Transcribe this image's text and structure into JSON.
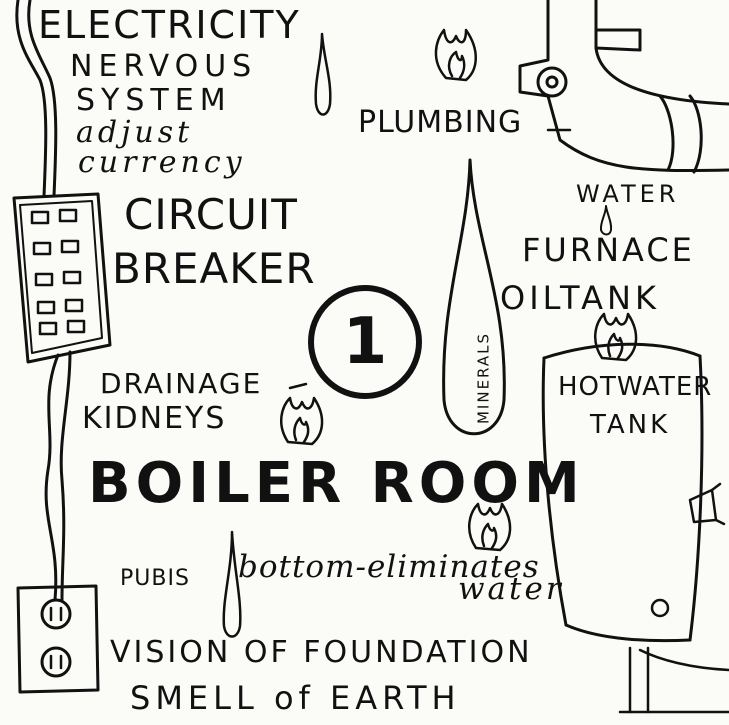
{
  "number": "1",
  "labels": {
    "electricity": "ELECTRICITY",
    "nervous": "NERVOUS",
    "system": "SYSTEM",
    "adjust": "adjust",
    "currency": "currency",
    "plumbing": "PLUMBING",
    "water_top": "WATER",
    "circuit": "CIRCUIT",
    "breaker": "BREAKER",
    "furnace": "FURNACE",
    "oiltank": "OILTANK",
    "minerals": "MINERALS",
    "hot_water": "HOTWATER",
    "tank": "TANK",
    "drainage": "DRAINAGE",
    "kidneys": "KIDNEYS",
    "boiler_room": "BOILER ROOM",
    "pubis": "PUBIS",
    "bottom_eliminates": "bottom-eliminates",
    "water_bottom": "water",
    "vision": "VISION OF FOUNDATION",
    "smell": "SMELL of EARTH"
  }
}
